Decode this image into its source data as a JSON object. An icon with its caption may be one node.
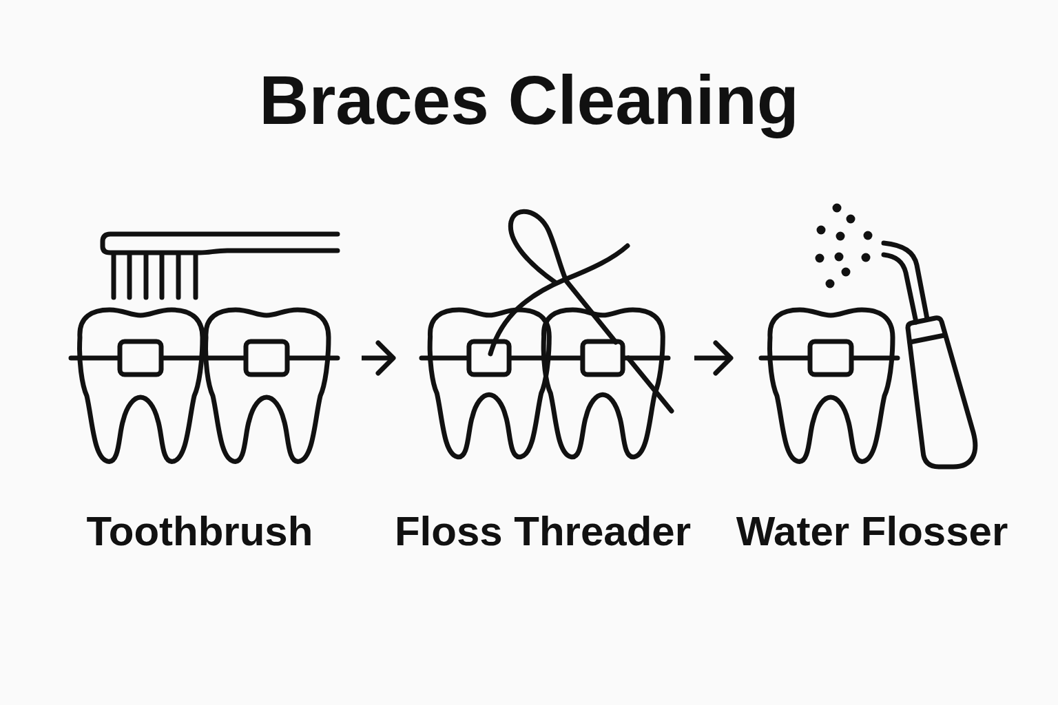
{
  "diagram": {
    "title": "Braces Cleaning",
    "nodes": [
      {
        "text": [
          "Toothbrush"
        ]
      },
      {
        "text": [
          "Floss Threader"
        ]
      },
      {
        "text": [
          "Water Flosser"
        ]
      }
    ],
    "edges": [
      {
        "from": 0,
        "to": 1,
        "arrow": "to"
      },
      {
        "from": 1,
        "to": 2,
        "arrow": "to"
      }
    ]
  }
}
